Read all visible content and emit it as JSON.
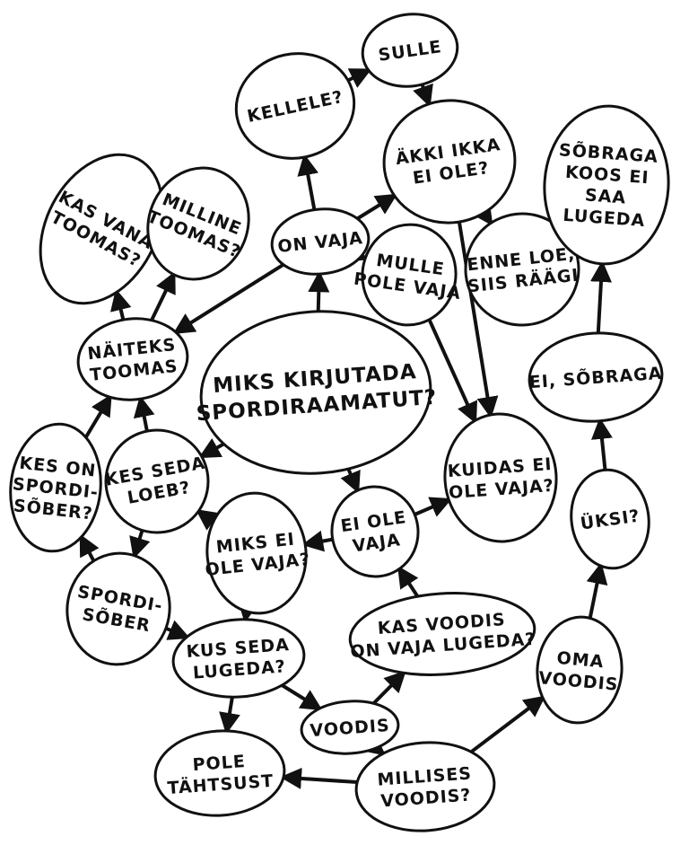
{
  "nodes": {
    "center": [
      "MIKS KIRJUTADA",
      "SPORDIRAAMATUT?"
    ],
    "on_vaja": [
      "ON VAJA"
    ],
    "kellele": [
      "KELLELE?"
    ],
    "sulle": [
      "SULLE"
    ],
    "akki": [
      "ÄKKI IKKA",
      "EI OLE?"
    ],
    "mulle": [
      "MULLE",
      "POLE VAJA"
    ],
    "enne_loe": [
      "ENNE LOE,",
      "SIIS RÄÄGI"
    ],
    "sobraga_koos": [
      "SÕBRAGA",
      "KOOS EI",
      "SAA",
      "LUGEDA"
    ],
    "ei_sobraga": [
      "EI, SÕBRAGA"
    ],
    "kuidas": [
      "KUIDAS EI",
      "OLE VAJA?"
    ],
    "uksi": [
      "ÜKSI?"
    ],
    "oma_voodis": [
      "OMA",
      "VOODIS"
    ],
    "kas_vana": [
      "KAS VANA",
      "TOOMAS?"
    ],
    "milline": [
      "MILLINE",
      "TOOMAS?"
    ],
    "naiteks": [
      "NÄITEKS",
      "TOOMAS"
    ],
    "kes_on": [
      "KES ON",
      "SPORDI-",
      "SÕBER?"
    ],
    "kes_seda": [
      "KES SEDA",
      "LOEB?"
    ],
    "spordisober": [
      "SPORDI-",
      "SÕBER"
    ],
    "miks_ei": [
      "MIKS EI",
      "OLE VAJA?"
    ],
    "ei_ole_vaja": [
      "EI OLE",
      "VAJA"
    ],
    "kas_voodis": [
      "KAS VOODIS",
      "ON VAJA LUGEDA?"
    ],
    "kus_seda": [
      "KUS SEDA",
      "LUGEDA?"
    ],
    "voodis": [
      "VOODIS"
    ],
    "pole_tahtsust": [
      "POLE",
      "TÄHTSUST"
    ],
    "millises": [
      "MILLISES",
      "VOODIS?"
    ]
  },
  "edges": [
    [
      "center",
      "on_vaja"
    ],
    [
      "on_vaja",
      "kellele"
    ],
    [
      "kellele",
      "sulle"
    ],
    [
      "sulle",
      "akki"
    ],
    [
      "on_vaja",
      "akki"
    ],
    [
      "on_vaja",
      "mulle"
    ],
    [
      "on_vaja",
      "naiteks"
    ],
    [
      "akki",
      "enne_loe"
    ],
    [
      "sobraga_koos",
      "enne_loe"
    ],
    [
      "akki",
      "kuidas"
    ],
    [
      "mulle",
      "kuidas"
    ],
    [
      "ei_sobraga",
      "sobraga_koos"
    ],
    [
      "uksi",
      "ei_sobraga"
    ],
    [
      "oma_voodis",
      "uksi"
    ],
    [
      "naiteks",
      "kas_vana"
    ],
    [
      "naiteks",
      "milline"
    ],
    [
      "kes_on",
      "naiteks"
    ],
    [
      "kes_seda",
      "naiteks"
    ],
    [
      "center",
      "kes_seda"
    ],
    [
      "spordisober",
      "kes_on"
    ],
    [
      "kes_seda",
      "spordisober"
    ],
    [
      "miks_ei",
      "kes_seda"
    ],
    [
      "center",
      "ei_ole_vaja"
    ],
    [
      "ei_ole_vaja",
      "miks_ei"
    ],
    [
      "ei_ole_vaja",
      "kuidas"
    ],
    [
      "kas_voodis",
      "ei_ole_vaja"
    ],
    [
      "miks_ei",
      "kus_seda"
    ],
    [
      "spordisober",
      "kus_seda"
    ],
    [
      "kus_seda",
      "pole_tahtsust"
    ],
    [
      "kus_seda",
      "voodis"
    ],
    [
      "voodis",
      "kas_voodis"
    ],
    [
      "voodis",
      "millises"
    ],
    [
      "millises",
      "pole_tahtsust"
    ],
    [
      "millises",
      "oma_voodis"
    ]
  ]
}
